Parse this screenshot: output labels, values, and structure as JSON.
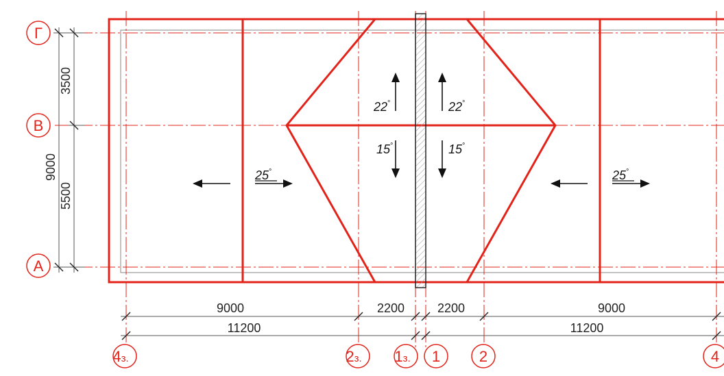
{
  "colors": {
    "primary_red": "#e2231a",
    "dim_gray": "#555555",
    "text_dark": "#222222",
    "outline_gray": "#999999"
  },
  "axes_rows": [
    {
      "key": "g",
      "label": "Г"
    },
    {
      "key": "v",
      "label": "В"
    },
    {
      "key": "a",
      "label": "А"
    }
  ],
  "axes_cols": [
    {
      "key": "c4z",
      "label": "4",
      "suffix": "з."
    },
    {
      "key": "c2z",
      "label": "2",
      "suffix": "з."
    },
    {
      "key": "c1z",
      "label": "1",
      "suffix": "з."
    },
    {
      "key": "c1",
      "label": "1",
      "suffix": ""
    },
    {
      "key": "c2",
      "label": "2",
      "suffix": ""
    },
    {
      "key": "c4",
      "label": "4",
      "suffix": ""
    }
  ],
  "dimensions": {
    "vertical_total": "9000",
    "vertical_top": "3500",
    "vertical_bottom": "5500",
    "bottom_left_span": "9000",
    "bottom_left_total": "11200",
    "bottom_left_gap": "2200",
    "bottom_right_gap": "2200",
    "bottom_right_span": "9000",
    "bottom_right_total": "11200"
  },
  "slopes": {
    "left_outer": {
      "value": "25",
      "unit": "°"
    },
    "right_outer": {
      "value": "25",
      "unit": "°"
    },
    "upper_left": {
      "value": "22",
      "unit": "°"
    },
    "upper_right": {
      "value": "22",
      "unit": "°"
    },
    "lower_left": {
      "value": "15",
      "unit": "°"
    },
    "lower_right": {
      "value": "15",
      "unit": "°"
    }
  }
}
